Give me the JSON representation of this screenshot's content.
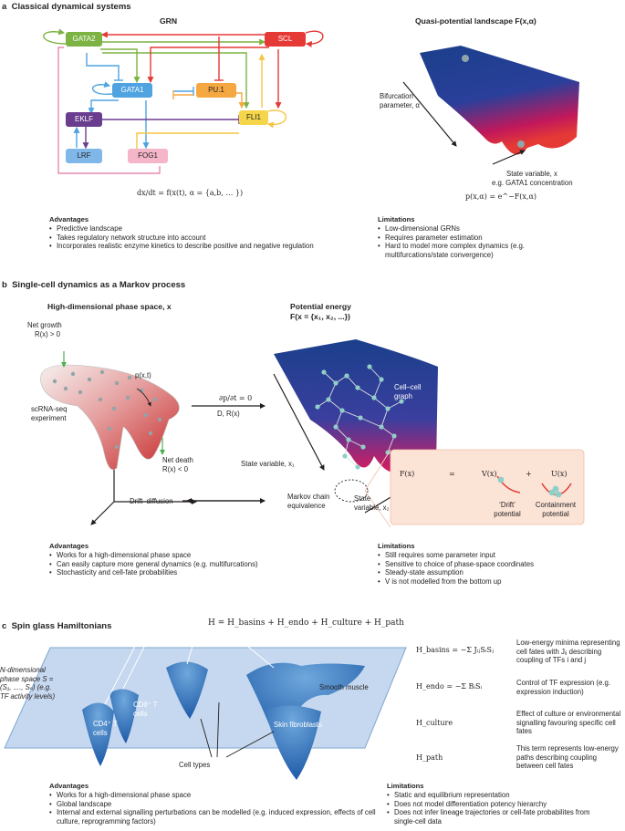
{
  "section_a": {
    "letter": "a",
    "title": "Classical dynamical systems",
    "grn_title": "GRN",
    "landscape_title": "Quasi-potential landscape F(x,α)",
    "nodes": {
      "gata2": "GATA2",
      "scl": "SCL",
      "gata1": "GATA1",
      "pu1": "PU.1",
      "eklf": "EKLF",
      "fli1": "FLI1",
      "lrf": "LRF",
      "fog1": "FOG1"
    },
    "ode": "dx/dt = f(x(t), α = {a,b, … })",
    "bifurcation_label": "Bifurcation parameter, α",
    "state_variable_label": "State variable, x",
    "state_variable_example": "e.g. GATA1 concentration",
    "prob_formula": "p(x,α) = e^−F(x,α)",
    "advantages_title": "Advantages",
    "advantages": [
      "Predictive landscape",
      "Takes regulatory network structure into account",
      "Incorporates realistic enzyme kinetics to describe positive and negative regulation"
    ],
    "limitations_title": "Limitations",
    "limitations": [
      "Low-dimensional GRNs",
      "Requires parameter estimation",
      "Hard to model more complex dynamics (e.g. multifurcations/state convergence)"
    ]
  },
  "section_b": {
    "letter": "b",
    "title": "Single-cell dynamics as a Markov process",
    "phase_space_title": "High-dimensional phase space, x",
    "potential_title": "Potential energy",
    "potential_formula": "F(x = {x₁, x₂, ...})",
    "net_growth": "Net growth",
    "net_growth_cond": "R(x) > 0",
    "px_t": "p(x,t)",
    "scrna": "scRNA-seq experiment",
    "net_death": "Net death",
    "net_death_cond": "R(x) < 0",
    "fp_eq": "∂p/∂t = 0",
    "fp_params": "D, R(x)",
    "cell_graph": "Cell–cell graph",
    "state_x1": "State variable, x₁",
    "state_x2": "State variable, x₂",
    "drift_diffusion": "Drift–diffusion",
    "markov_equiv": "Markov chain equivalence",
    "decomp": {
      "F": "F(x)",
      "eq": "=",
      "V": "V(x)",
      "plus": "+",
      "U": "U(x)"
    },
    "drift_potential": "‘Drift’ potential",
    "containment_potential": "Containment potential",
    "advantages_title": "Advantages",
    "advantages": [
      "Works for a high-dimensional phase space",
      "Can easily capture more general dynamics (e.g. multifurcations)",
      "Stochasticity and cell-fate probabilities"
    ],
    "limitations_title": "Limitations",
    "limitations": [
      "Still requires some parameter input",
      "Sensitive to choice of phase-space coordinates",
      "Steady-state assumption",
      "V is not modelled from the bottom up"
    ]
  },
  "section_c": {
    "letter": "c",
    "title": "Spin glass Hamiltonians",
    "hamiltonian": "H = H_basins + H_endo + H_culture + H_path",
    "phase_space_desc": "N-dimensional phase space S = (S₁, ...., Sₙ) (e.g. TF activity levels)",
    "cd4": "CD4⁺ T cells",
    "cd8": "CD8⁺ T cells",
    "smooth_muscle": "Smooth muscle",
    "skin_fibroblasts": "Skin fibroblasts",
    "cell_types": "Cell types",
    "terms": [
      {
        "symbol": "H_basins = −Σ JᵢⱼSᵢSⱼ",
        "desc": "Low-energy minima representing cell fates with Jᵢⱼ describing coupling of TFs i and j"
      },
      {
        "symbol": "H_endo = −Σ BᵢSᵢ",
        "desc": "Control of TF expression (e.g. expression induction)"
      },
      {
        "symbol": "H_culture",
        "desc": "Effect of culture or environmental signalling favouring specific cell fates"
      },
      {
        "symbol": "H_path",
        "desc": "This term represents low-energy paths describing coupling between cell fates"
      }
    ],
    "advantages_title": "Advantages",
    "advantages": [
      "Works for a high-dimensional phase space",
      "Global landscape",
      "Internal and external signalling perturbations can be modelled (e.g. induced expression, effects of cell culture, reprogramming factors)"
    ],
    "limitations_title": "Limitations",
    "limitations": [
      "Static and equilibrium representation",
      "Does not model differentiation potency hierarchy",
      "Does not infer lineage trajectories or cell-fate probabilites from single-cell data"
    ]
  },
  "colors": {
    "gata2": "#7cb342",
    "scl": "#e53935",
    "gata1": "#4fa3e0",
    "pu1": "#f5a742",
    "eklf": "#6a3d8f",
    "fli1": "#f5d54a",
    "lrf": "#7fb8e8",
    "fog1": "#f4b6c8",
    "landscape": "#1b3f8b"
  }
}
